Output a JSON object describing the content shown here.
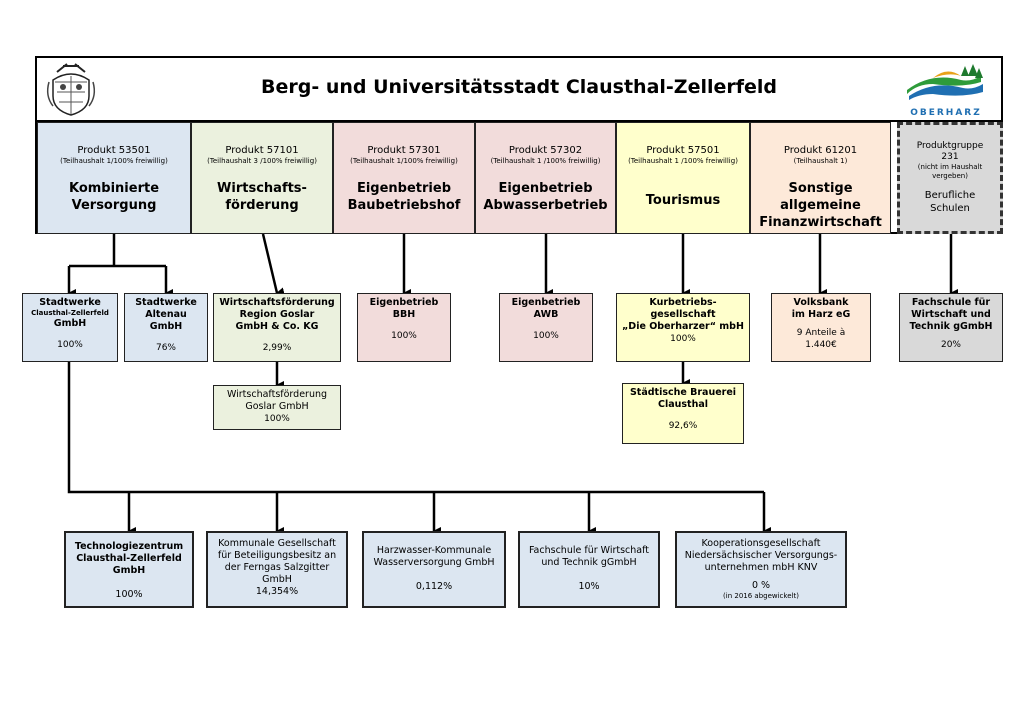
{
  "title": "Berg- und Universitätsstadt Clausthal-Zellerfeld",
  "logo_text": "OBERHARZ",
  "products": [
    {
      "code": "Produkt 53501",
      "sub": "(Teilhaushalt 1/100% freiwillig)",
      "name": "Kombinierte Versorgung"
    },
    {
      "code": "Produkt 57101",
      "sub": "(Teilhaushalt 3 /100% freiwillig)",
      "name": "Wirtschafts-förderung"
    },
    {
      "code": "Produkt 57301",
      "sub": "(Teilhaushalt 1/100% freiwillig)",
      "name": "Eigenbetrieb Baubetriebshof"
    },
    {
      "code": "Produkt 57302",
      "sub": "(Teilhaushalt 1 /100% freiwillig)",
      "name": "Eigenbetrieb Abwasserbetrieb"
    },
    {
      "code": "Produkt 57501",
      "sub": "(Teilhaushalt 1 /100% freiwillig)",
      "name": "Tourismus"
    },
    {
      "code": "Produkt 61201",
      "sub": "(Teilhaushalt 1)",
      "name": "Sonstige allgemeine Finanzwirtschaft"
    },
    {
      "code": "Produktgruppe 231",
      "sub": "(nicht im Haushalt vergeben)",
      "name": "Berufliche Schulen"
    }
  ],
  "subs": {
    "stadtwerke_cz": {
      "name": "Stadtwerke",
      "name2": "Clausthal-Zellerfeld",
      "name3": "GmbH",
      "pct": "100%"
    },
    "stadtwerke_altenau": {
      "name": "Stadtwerke\nAltenau\nGmbH",
      "pct": "76%"
    },
    "wf_region": {
      "name": "Wirtschaftsförderung\nRegion Goslar\nGmbH & Co. KG",
      "pct": "2,99%"
    },
    "wf_goslar": {
      "name": "Wirtschaftsförderung\nGoslar GmbH",
      "pct": "100%"
    },
    "bbh": {
      "name": "Eigenbetrieb\nBBH",
      "pct": "100%"
    },
    "awb": {
      "name": "Eigenbetrieb\nAWB",
      "pct": "100%"
    },
    "kurbetrieb": {
      "name": "Kurbetriebs-\ngesellschaft\n„Die Oberharzer“ mbH",
      "pct": "100%"
    },
    "brauerei": {
      "name": "Städtische Brauerei\nClausthal",
      "pct": "92,6%"
    },
    "volksbank": {
      "name": "Volksbank\nim Harz eG",
      "note": "9 Anteile à\n1.440€"
    },
    "fachschule_top": {
      "name": "Fachschule für\nWirtschaft und\nTechnik gGmbH",
      "pct": "20%"
    }
  },
  "bottom": [
    {
      "name": "Technologiezentrum\nClausthal-Zellerfeld\nGmbH",
      "pct": "100%"
    },
    {
      "name": "Kommunale Gesellschaft\nfür Beteiligungsbesitz an\nder Ferngas Salzgitter\nGmbH",
      "pct": "14,354%"
    },
    {
      "name": "Harzwasser-Kommunale\nWasserversorgung GmbH",
      "pct": "0,112%"
    },
    {
      "name": "Fachschule für Wirtschaft\nund Technik gGmbH",
      "pct": "10%"
    },
    {
      "name": "Kooperationsgesellschaft\nNiedersächsischer  Versorgungs-\nunternehmen mbH KNV",
      "pct": "0 %",
      "note": "(in 2016 abgewickelt)"
    }
  ]
}
